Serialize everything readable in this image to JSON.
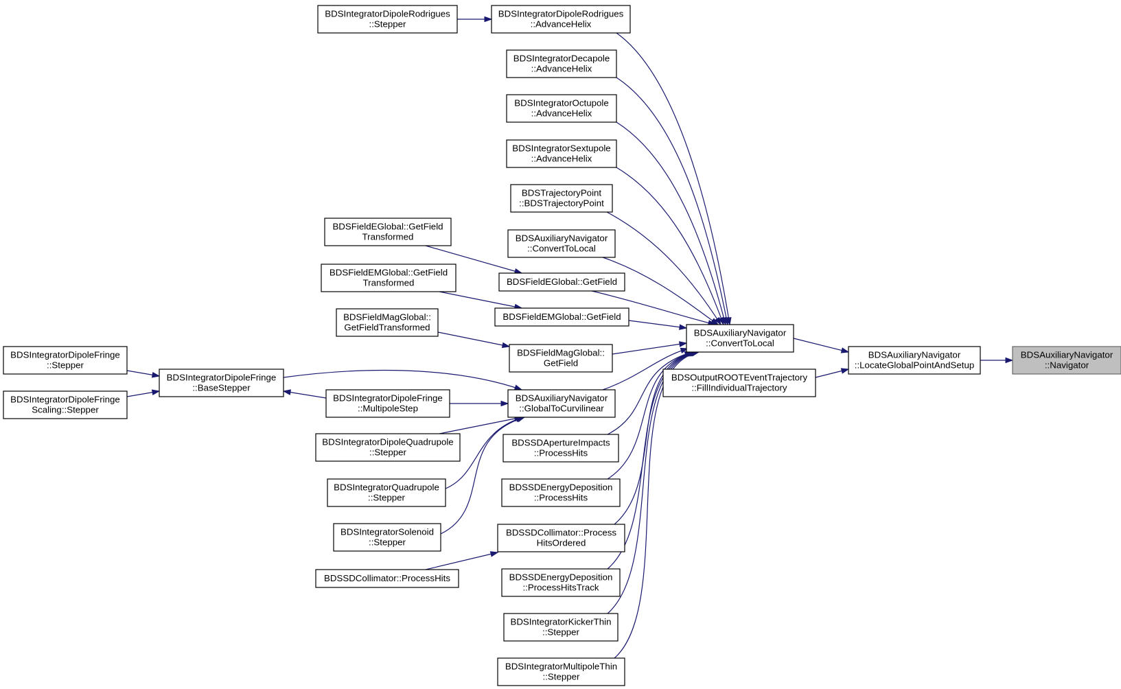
{
  "colors": {
    "edge": "#191970",
    "node_border": "#000000",
    "root_fill": "#bfbfbf",
    "background": "#ffffff"
  },
  "nodes": [
    {
      "id": "navigator",
      "lines": [
        "BDSAuxiliaryNavigator",
        "::Navigator"
      ],
      "root": true
    },
    {
      "id": "locate",
      "lines": [
        "BDSAuxiliaryNavigator",
        "::LocateGlobalPointAndSetup"
      ]
    },
    {
      "id": "convert",
      "lines": [
        "BDSAuxiliaryNavigator",
        "::ConvertToLocal"
      ]
    },
    {
      "id": "fillTraj",
      "lines": [
        "BDSOutputROOTEventTrajectory",
        "::FillIndividualTrajectory"
      ]
    },
    {
      "id": "rodAdvance",
      "lines": [
        "BDSIntegratorDipoleRodrigues",
        "::AdvanceHelix"
      ]
    },
    {
      "id": "rodStepper",
      "lines": [
        "BDSIntegratorDipoleRodrigues",
        "::Stepper"
      ]
    },
    {
      "id": "decapole",
      "lines": [
        "BDSIntegratorDecapole",
        "::AdvanceHelix"
      ]
    },
    {
      "id": "octupole",
      "lines": [
        "BDSIntegratorOctupole",
        "::AdvanceHelix"
      ]
    },
    {
      "id": "sextupole",
      "lines": [
        "BDSIntegratorSextupole",
        "::AdvanceHelix"
      ]
    },
    {
      "id": "trajPoint",
      "lines": [
        "BDSTrajectoryPoint",
        "::BDSTrajectoryPoint"
      ]
    },
    {
      "id": "convert2",
      "lines": [
        "BDSAuxiliaryNavigator",
        "::ConvertToLocal"
      ]
    },
    {
      "id": "egetField",
      "lines": [
        "BDSFieldEGlobal::GetField"
      ]
    },
    {
      "id": "egetFieldT",
      "lines": [
        "BDSFieldEGlobal::GetField",
        "Transformed"
      ]
    },
    {
      "id": "emgetField",
      "lines": [
        "BDSFieldEMGlobal::GetField"
      ]
    },
    {
      "id": "emgetFieldT",
      "lines": [
        "BDSFieldEMGlobal::GetField",
        "Transformed"
      ]
    },
    {
      "id": "maggetField",
      "lines": [
        "BDSFieldMagGlobal::",
        "GetField"
      ]
    },
    {
      "id": "maggetFieldT",
      "lines": [
        "BDSFieldMagGlobal::",
        "GetFieldTransformed"
      ]
    },
    {
      "id": "g2c",
      "lines": [
        "BDSAuxiliaryNavigator",
        "::GlobalToCurvilinear"
      ]
    },
    {
      "id": "baseStepper",
      "lines": [
        "BDSIntegratorDipoleFringe",
        "::BaseStepper"
      ]
    },
    {
      "id": "fringeStepper",
      "lines": [
        "BDSIntegratorDipoleFringe",
        "::Stepper"
      ]
    },
    {
      "id": "fringeScaling",
      "lines": [
        "BDSIntegratorDipoleFringe",
        "Scaling::Stepper"
      ]
    },
    {
      "id": "multipoleStep",
      "lines": [
        "BDSIntegratorDipoleFringe",
        "::MultipoleStep"
      ]
    },
    {
      "id": "dipQuad",
      "lines": [
        "BDSIntegratorDipoleQuadrupole",
        "::Stepper"
      ]
    },
    {
      "id": "quad",
      "lines": [
        "BDSIntegratorQuadrupole",
        "::Stepper"
      ]
    },
    {
      "id": "solenoid",
      "lines": [
        "BDSIntegratorSolenoid",
        "::Stepper"
      ]
    },
    {
      "id": "collHits",
      "lines": [
        "BDSSDCollimator::ProcessHits"
      ]
    },
    {
      "id": "apertureHits",
      "lines": [
        "BDSSDApertureImpacts",
        "::ProcessHits"
      ]
    },
    {
      "id": "energyHits",
      "lines": [
        "BDSSDEnergyDeposition",
        "::ProcessHits"
      ]
    },
    {
      "id": "collOrdered",
      "lines": [
        "BDSSDCollimator::Process",
        "HitsOrdered"
      ]
    },
    {
      "id": "energyTrack",
      "lines": [
        "BDSSDEnergyDeposition",
        "::ProcessHitsTrack"
      ]
    },
    {
      "id": "kickerThin",
      "lines": [
        "BDSIntegratorKickerThin",
        "::Stepper"
      ]
    },
    {
      "id": "multipoleThin",
      "lines": [
        "BDSIntegratorMultipoleThin",
        "::Stepper"
      ]
    }
  ]
}
